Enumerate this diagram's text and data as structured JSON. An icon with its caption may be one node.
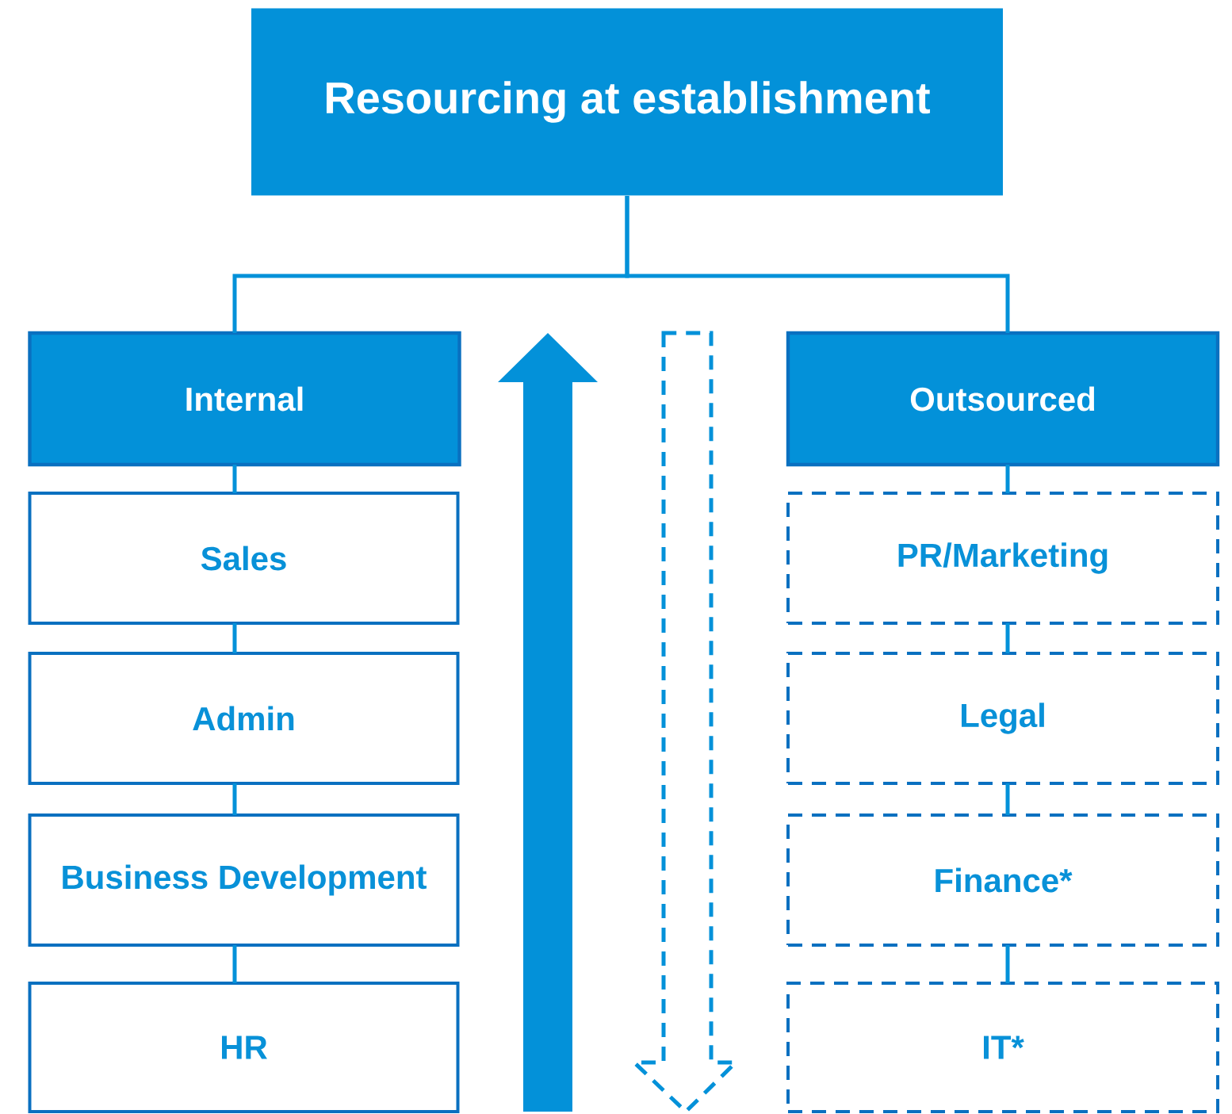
{
  "diagram": {
    "nodes": [
      {
        "text": [
          "Resourcing at establishment"
        ]
      },
      {
        "text": [
          "Internal"
        ]
      },
      {
        "text": [
          "Outsourced"
        ]
      },
      {
        "text": [
          "Sales"
        ]
      },
      {
        "text": [
          "Admin"
        ]
      },
      {
        "text": [
          "Business Development"
        ]
      },
      {
        "text": [
          "HR"
        ]
      },
      {
        "text": [
          "PR/Marketing"
        ]
      },
      {
        "text": [
          "Legal"
        ]
      },
      {
        "text": [
          "Finance*"
        ]
      },
      {
        "text": [
          "IT*"
        ]
      }
    ],
    "edges": [
      {
        "from": 0,
        "to": 1,
        "arrow": "none"
      },
      {
        "from": 0,
        "to": 2,
        "arrow": "none"
      },
      {
        "from": 1,
        "to": 3,
        "arrow": "none"
      },
      {
        "from": 3,
        "to": 4,
        "arrow": "none"
      },
      {
        "from": 4,
        "to": 5,
        "arrow": "none"
      },
      {
        "from": 5,
        "to": 6,
        "arrow": "none"
      },
      {
        "from": 2,
        "to": 7,
        "arrow": "none"
      },
      {
        "from": 7,
        "to": 8,
        "arrow": "none"
      },
      {
        "from": 8,
        "to": 9,
        "arrow": "none"
      },
      {
        "from": 9,
        "to": 10,
        "arrow": "none"
      }
    ]
  }
}
